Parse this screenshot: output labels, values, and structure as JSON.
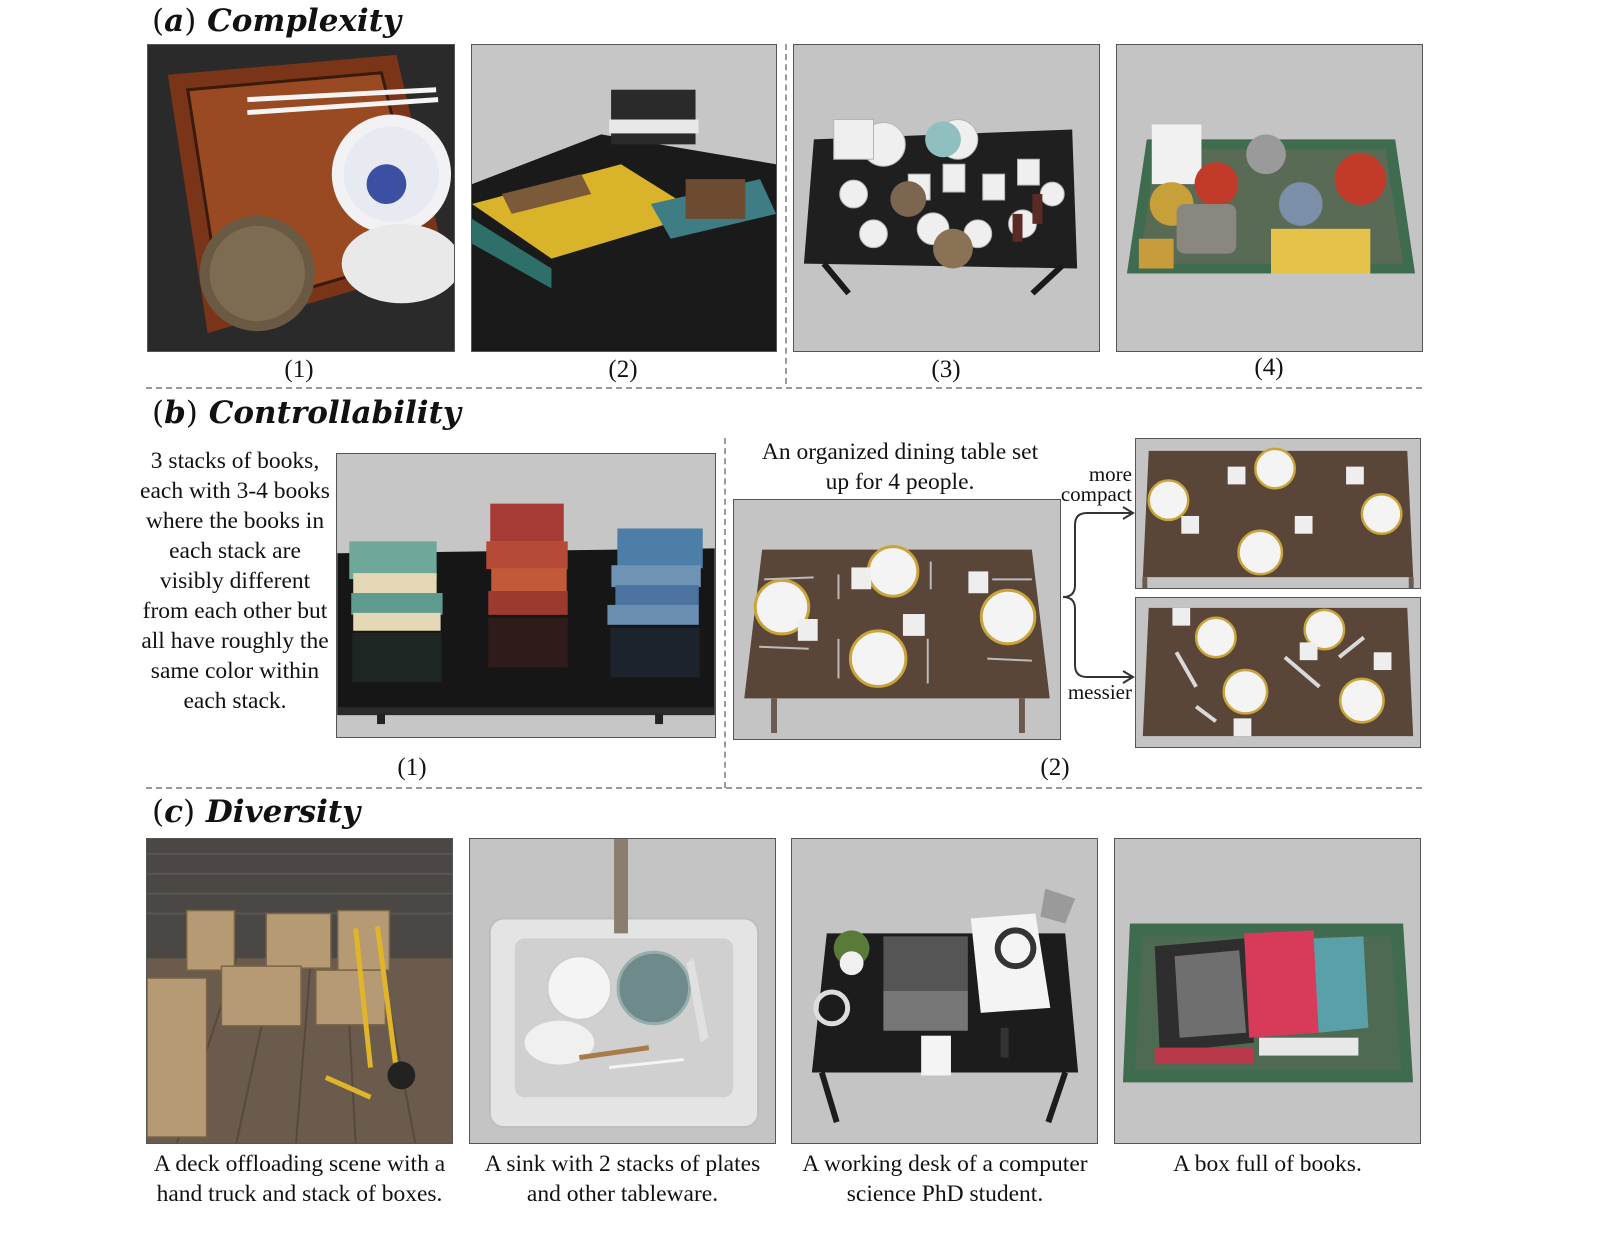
{
  "sections": {
    "a": {
      "letter": "a",
      "name": "Complexity"
    },
    "b": {
      "letter": "b",
      "name": "Controllability"
    },
    "c": {
      "letter": "c",
      "name": "Diversity"
    }
  },
  "complexity": {
    "labels": [
      "(1)",
      "(2)",
      "(3)",
      "(4)"
    ]
  },
  "controllability": {
    "prompt1": "3 stacks of books, each with 3-4 books where the books in each stack are visibly different from each other but all have roughly the same color within each stack.",
    "prompt2": "An organized dining table set up for 4 people.",
    "label_compact": "more compact",
    "label_messier": "messier",
    "labels": [
      "(1)",
      "(2)"
    ]
  },
  "diversity": {
    "captions": [
      "A deck offloading scene with a hand truck and stack of boxes.",
      "A sink with 2 stacks of plates and other tableware.",
      "A working desk of a computer science PhD student.",
      "A box full of books."
    ]
  },
  "colors": {
    "panel_gray": "#c4c4c4",
    "table_wood": "#5a4539",
    "table_black": "#1c1c1c",
    "basket_green": "#3f6b4f",
    "deck_wood": "#6b5b4c"
  }
}
